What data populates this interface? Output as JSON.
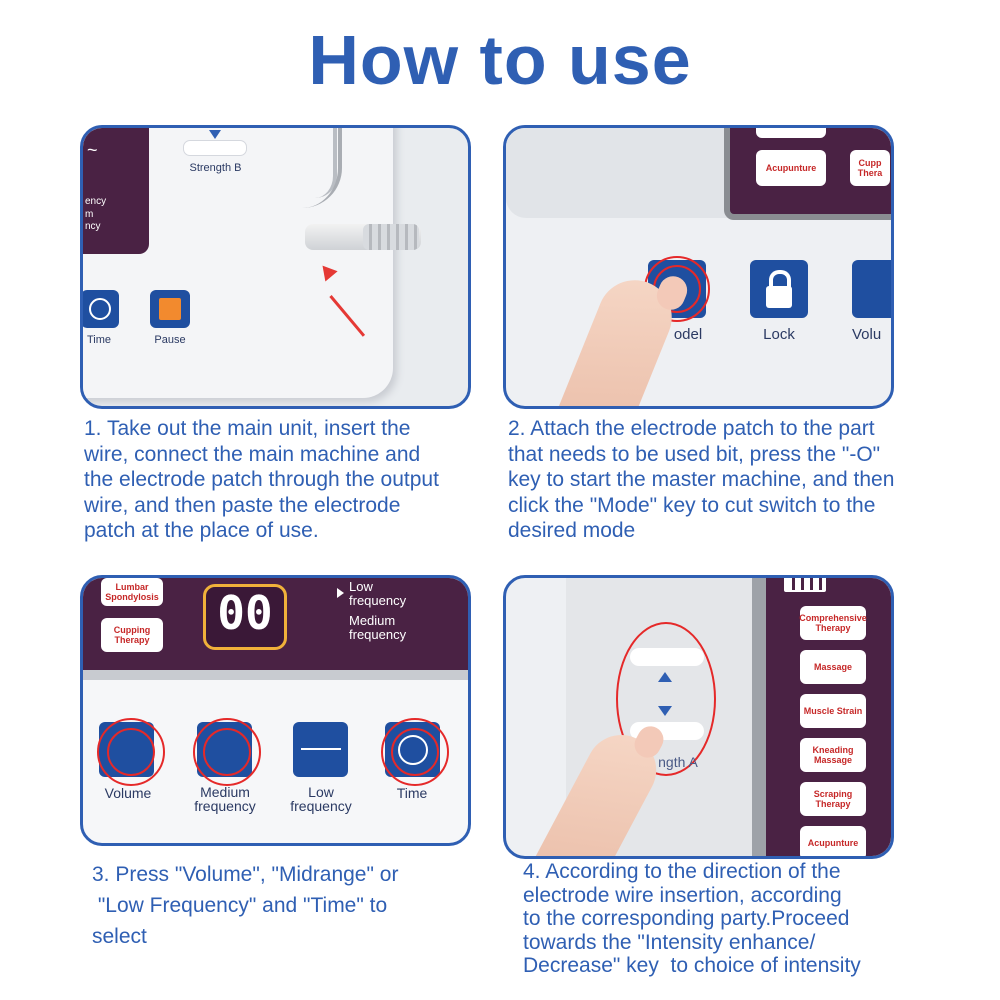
{
  "title": "How to use",
  "panel1": {
    "strength_b": "Strength B",
    "freq_frag1": "ency",
    "freq_frag2": "m",
    "freq_frag3": "ncy",
    "time_label": "Time",
    "pause_label": "Pause"
  },
  "panel2": {
    "acupunture": "Acupunture",
    "cupping_frag": "Cupp Thera",
    "model_label": "odel",
    "lock_label": "Lock",
    "volume_label": "Volu"
  },
  "panel3": {
    "lumbar": "Lumbar Spondylosis",
    "cupping": "Cupping Therapy",
    "display": "00",
    "low_freq": "Low frequency",
    "medium_freq": "Medium frequency",
    "volume": "Volume",
    "medium_btn": "Medium frequency",
    "low_btn": "Low frequency",
    "time": "Time"
  },
  "panel4": {
    "strength_a": "ngth A",
    "modes": [
      "Comprehensive Therapy",
      "Massage",
      "Muscle Strain",
      "Kneading Massage",
      "Scraping Therapy",
      "Acupunture"
    ]
  },
  "captions": {
    "step1": [
      "1. Take out the main unit, insert the",
      "wire, connect the main machine and",
      "the electrode patch through the output",
      "wire, and then paste the electrode",
      "patch at the place of use."
    ],
    "step2": [
      "2. Attach the electrode patch to the part",
      "that needs to be used bit, press the \"-O\"",
      "key to start the master machine, and then",
      "click the \"Mode\" key to cut switch to the",
      "desired mode"
    ],
    "step3": [
      "3. Press \"Volume\", \"Midrange\" or",
      " \"Low Frequency\" and \"Time\" to",
      "select"
    ],
    "step4": [
      "4. According to the direction of the",
      "electrode wire insertion, according",
      "to the corresponding party.Proceed",
      "towards the \"Intensity enhance/",
      "Decrease\" key  to choice of intensity"
    ]
  },
  "colors": {
    "accent": "#2f5fb3",
    "device_purple": "#4a2244",
    "mode_red": "#c62828",
    "key_blue": "#1f4fa0",
    "pause_orange": "#f28a2e"
  }
}
